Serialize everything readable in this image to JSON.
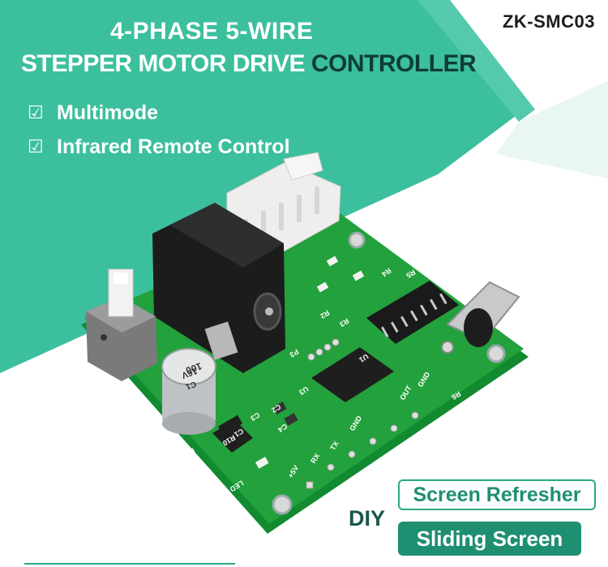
{
  "product": {
    "model_code": "ZK-SMC03",
    "title_line1": "4-PHASE 5-WIRE",
    "title_line2_white": "STEPPER MOTOR DRIVE ",
    "title_line2_dark": "CONTROLLER"
  },
  "features": [
    {
      "check": "☑",
      "label": "Multimode"
    },
    {
      "check": "☑",
      "label": "Infrared Remote Control"
    }
  ],
  "tags": {
    "diy": "DIY",
    "screen_refresher": "Screen Refresher",
    "sliding_screen": "Sliding Screen"
  },
  "board_silk": {
    "r4": "R4",
    "r2": "R2",
    "r3": "R3",
    "r5": "R5",
    "p3": "P3",
    "u3": "U3",
    "u1": "U1",
    "c1": "C1",
    "c2": "C2",
    "c3": "C3",
    "c4": "C4",
    "out": "OUT",
    "gnd": "GND",
    "gnd2": "GND",
    "tx": "TX",
    "rx": "RX",
    "v5": "+5V",
    "r6": "R6",
    "led": "LED",
    "r1": "R1",
    "r10": "R10",
    "cap_value": "100",
    "cap_voltage": "16V",
    "cap_mark": "C1"
  },
  "colors": {
    "teal": "#3cbf9d",
    "dark_green": "#0f3d33",
    "pcb_green": "#1f9a3a",
    "accent": "#1f8f72"
  }
}
